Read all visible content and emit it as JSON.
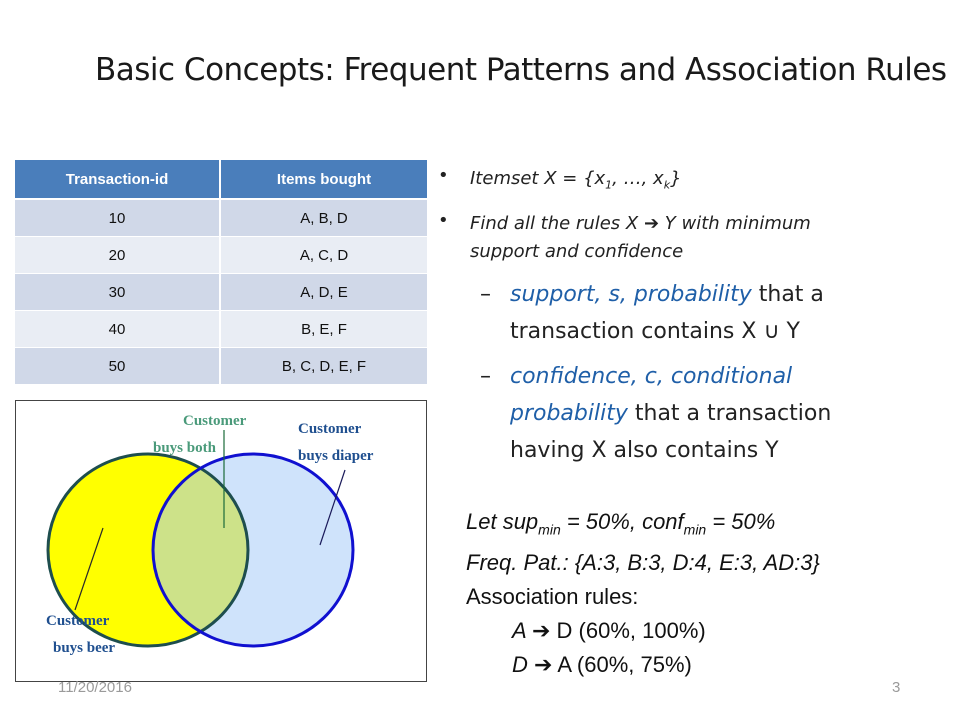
{
  "slide": {
    "title": "Basic Concepts: Frequent Patterns and Association Rules",
    "date": "11/20/2016",
    "page": "3"
  },
  "table": {
    "headers": [
      "Transaction-id",
      "Items bought"
    ],
    "rows": [
      [
        "10",
        "A, B, D"
      ],
      [
        "20",
        "A, C, D"
      ],
      [
        "30",
        "A, D, E"
      ],
      [
        "40",
        "B, E, F"
      ],
      [
        "50",
        "B, C, D, E, F"
      ]
    ]
  },
  "venn": {
    "label_both_line1": "Customer",
    "label_both_line2": "buys both",
    "label_diaper_line1": "Customer",
    "label_diaper_line2": "buys diaper",
    "label_beer_line1": "Customer",
    "label_beer_line2": "buys beer",
    "colors": {
      "beer": "#ffff00",
      "diaper": "#cfe3fb",
      "overlap": "#cde289",
      "label_green": "#4a9a7a",
      "label_blue": "#1f4f8f"
    }
  },
  "bullets": {
    "itemset_prefix": "Itemset X = {x",
    "itemset_sub1": "1",
    "itemset_mid": ", …, x",
    "itemset_subk": "k",
    "itemset_suffix": "}",
    "find_line1_a": "Find all the rules X ",
    "find_line1_b": " Y with minimum",
    "find_line2": "support and confidence",
    "support_a": "support, s, probability",
    "support_b": " that a",
    "support_c": "transaction contains X ",
    "support_d": " Y",
    "conf_a": "confidence, c, conditional",
    "conf_b": "probability",
    "conf_c": " that a transaction",
    "conf_d": "having X also contains Y"
  },
  "rules": {
    "let_a": "Let  sup",
    "let_sub1": "min",
    "let_b": " = 50%,  conf",
    "let_sub2": "min",
    "let_c": " = 50%",
    "freq": "Freq. Pat.: {A:3, B:3, D:4, E:3, AD:3}",
    "assoc": "Association rules:",
    "rule1_a": "A ",
    "rule1_b": " D  (60%, 100%)",
    "rule2_a": "D ",
    "rule2_b": " A  (60%, 75%)"
  }
}
